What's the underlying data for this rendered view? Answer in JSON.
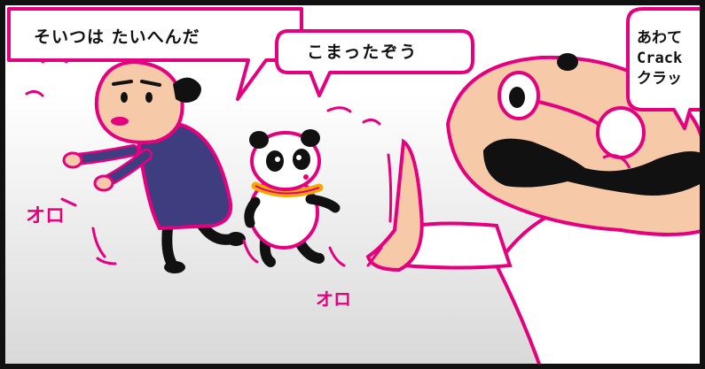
{
  "comic": {
    "bubble_boss": "そいつは たいへんだ",
    "bubble_panda": "こまったぞう",
    "bubble_doctor_line1": "あわて",
    "bubble_doctor_line2": "Crack",
    "bubble_doctor_line3": "クラッ",
    "sfx_left": "オロ",
    "sfx_bottom": "オロ"
  },
  "colors": {
    "outline": "#e4007f",
    "ink": "#111111",
    "skin": "#f6c9a9",
    "suit": "#3e3d7f",
    "collar": "#f5a800",
    "background_top": "#ffffff",
    "background_bottom": "#d9d9d9"
  }
}
